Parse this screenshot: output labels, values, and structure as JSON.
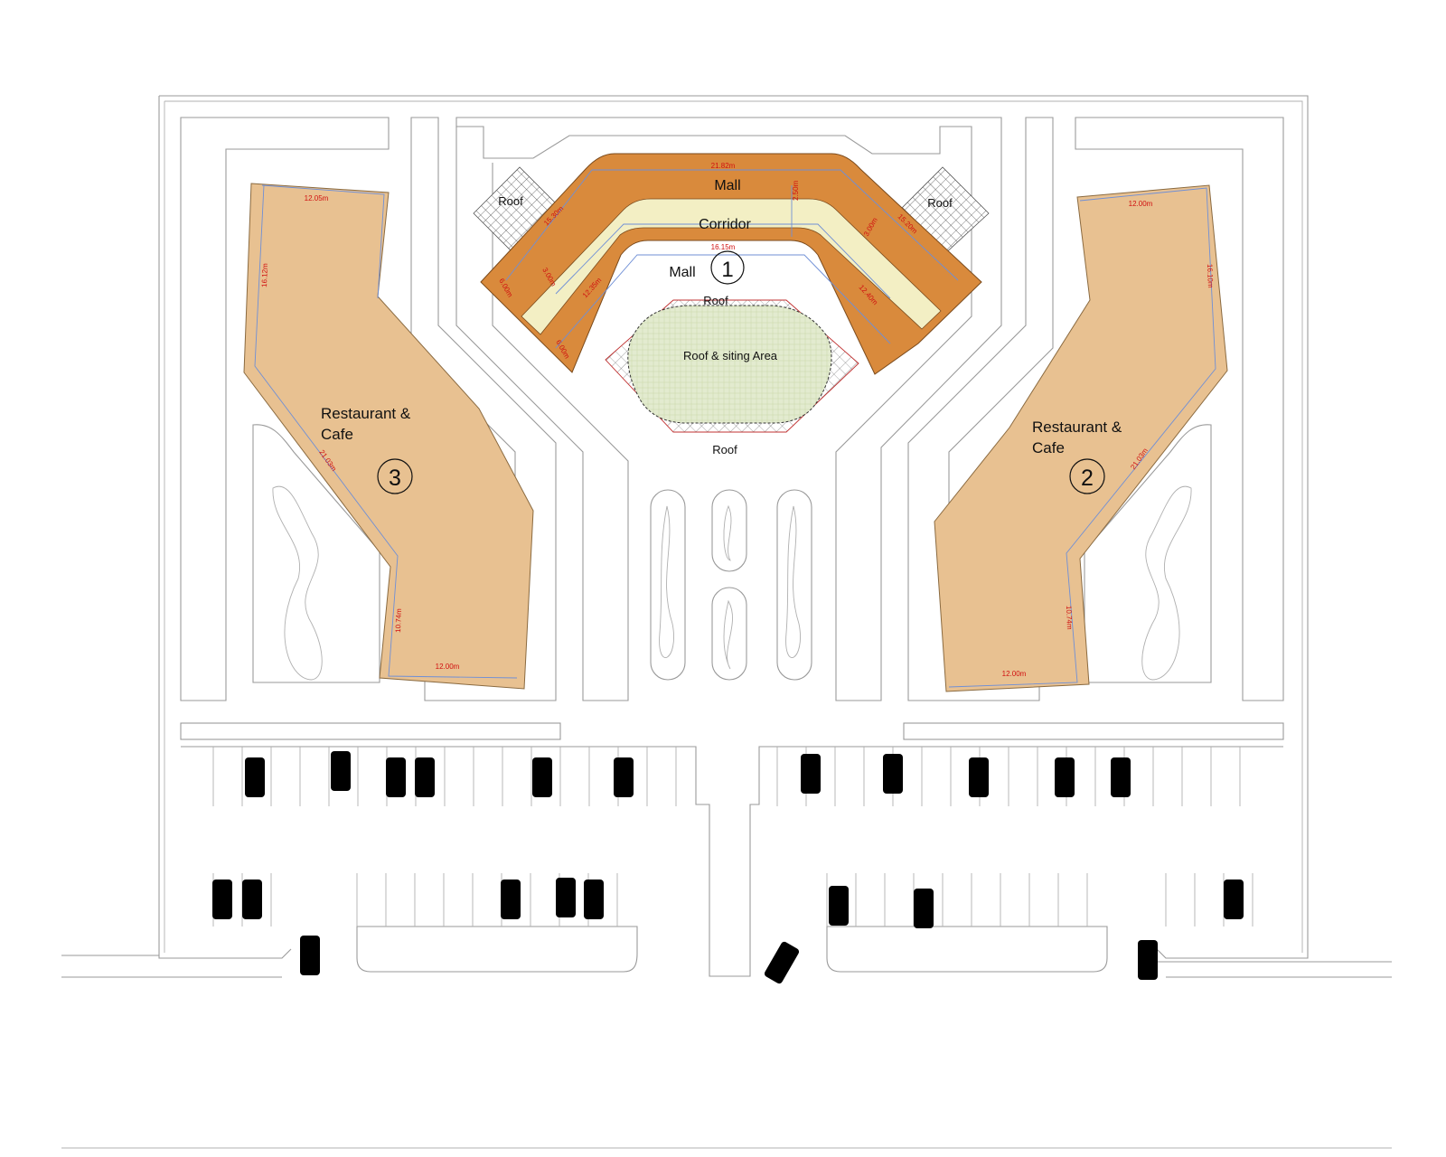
{
  "labels": {
    "mall_top": "Mall",
    "corridor": "Corridor",
    "mall_inner": "Mall",
    "mall_number": "1",
    "roof_left": "Roof",
    "roof_right": "Roof",
    "roof_inner": "Roof",
    "roof_sitting": "Roof  & siting Area",
    "roof_bottom": "Roof",
    "restaurant_right_line1": "Restaurant &",
    "restaurant_right_line2": "Cafe",
    "restaurant_right_number": "2",
    "restaurant_left_line1": "Restaurant &",
    "restaurant_left_line2": "Cafe",
    "restaurant_left_number": "3"
  },
  "dimensions": {
    "mall_top_length": "21.82m",
    "mall_left_edge": "15.30m",
    "mall_right_edge": "15.20m",
    "corridor_width": "2.50m",
    "corridor_left": "3.00m",
    "corridor_right": "3.00m",
    "mall_inner_length": "16.15m",
    "mall_inner_left": "12.35m",
    "mall_inner_right": "12.40m",
    "mall_left_depth": "6.00m",
    "mall_left_depth_2": "6.00m",
    "rest_left_top": "12.05m",
    "rest_left_side": "16.12m",
    "rest_left_diag": "21.03m",
    "rest_left_lower": "10.74m",
    "rest_left_bottom": "12.00m",
    "rest_right_top": "12.00m",
    "rest_right_side": "16.10m",
    "rest_right_diag": "21.03m",
    "rest_right_lower": "10.74m",
    "rest_right_bottom": "12.00m"
  },
  "colors": {
    "mall": "#d98a3c",
    "corridor": "#f3efc4",
    "restaurant": "#e8c191",
    "sitting_area": "#dfe8c8",
    "roof_hatch": "#555555"
  }
}
